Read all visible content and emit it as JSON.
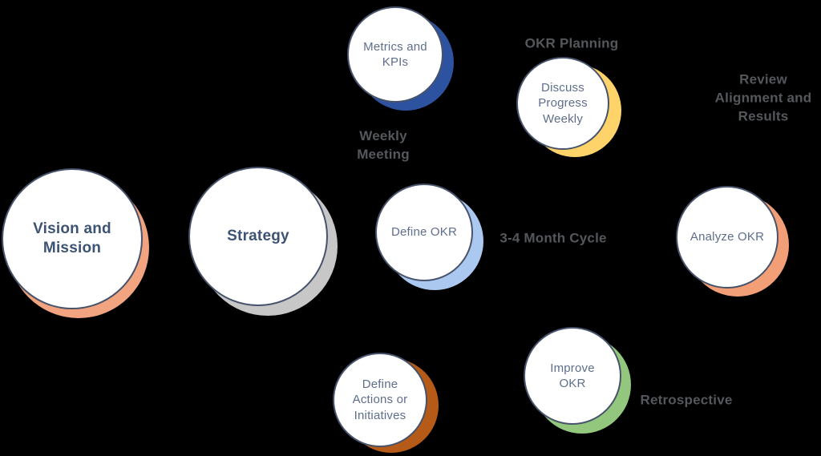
{
  "diagram": {
    "background_color": "#000000",
    "palette": {
      "circle_fill": "#ffffff",
      "circle_border": "#47536b",
      "node_text": "#5e6e8c",
      "primary_node_text": "#3d5373",
      "stage_label_text": "#54585c"
    },
    "nodes": [
      {
        "id": "vision-mission",
        "label": "Vision and Mission",
        "shadow_color": "#f2a380",
        "emphasis": true
      },
      {
        "id": "strategy",
        "label": "Strategy",
        "shadow_color": "#c7c7c7",
        "emphasis": true
      },
      {
        "id": "metrics-kpis",
        "label": "Metrics and KPIs",
        "shadow_color": "#2d52a0",
        "emphasis": false
      },
      {
        "id": "discuss-progress",
        "label": "Discuss Progress Weekly",
        "shadow_color": "#fed46a",
        "emphasis": false
      },
      {
        "id": "define-okr",
        "label": "Define OKR",
        "shadow_color": "#aac8f0",
        "emphasis": false
      },
      {
        "id": "analyze-okr",
        "label": "Analyze OKR",
        "shadow_color": "#f29f77",
        "emphasis": false
      },
      {
        "id": "define-actions",
        "label": "Define Actions or Initiatives",
        "shadow_color": "#b55a17",
        "emphasis": false
      },
      {
        "id": "improve-okr",
        "label": "Improve OKR",
        "shadow_color": "#93c77d",
        "emphasis": false
      }
    ],
    "stage_labels": [
      {
        "id": "weekly-meeting",
        "text": "Weekly Meeting"
      },
      {
        "id": "okr-planning",
        "text": "OKR Planning"
      },
      {
        "id": "review-alignment",
        "text": "Review Alignment and Results"
      },
      {
        "id": "cycle",
        "text": "3-4 Month Cycle"
      },
      {
        "id": "retrospective",
        "text": "Retrospective"
      }
    ]
  }
}
